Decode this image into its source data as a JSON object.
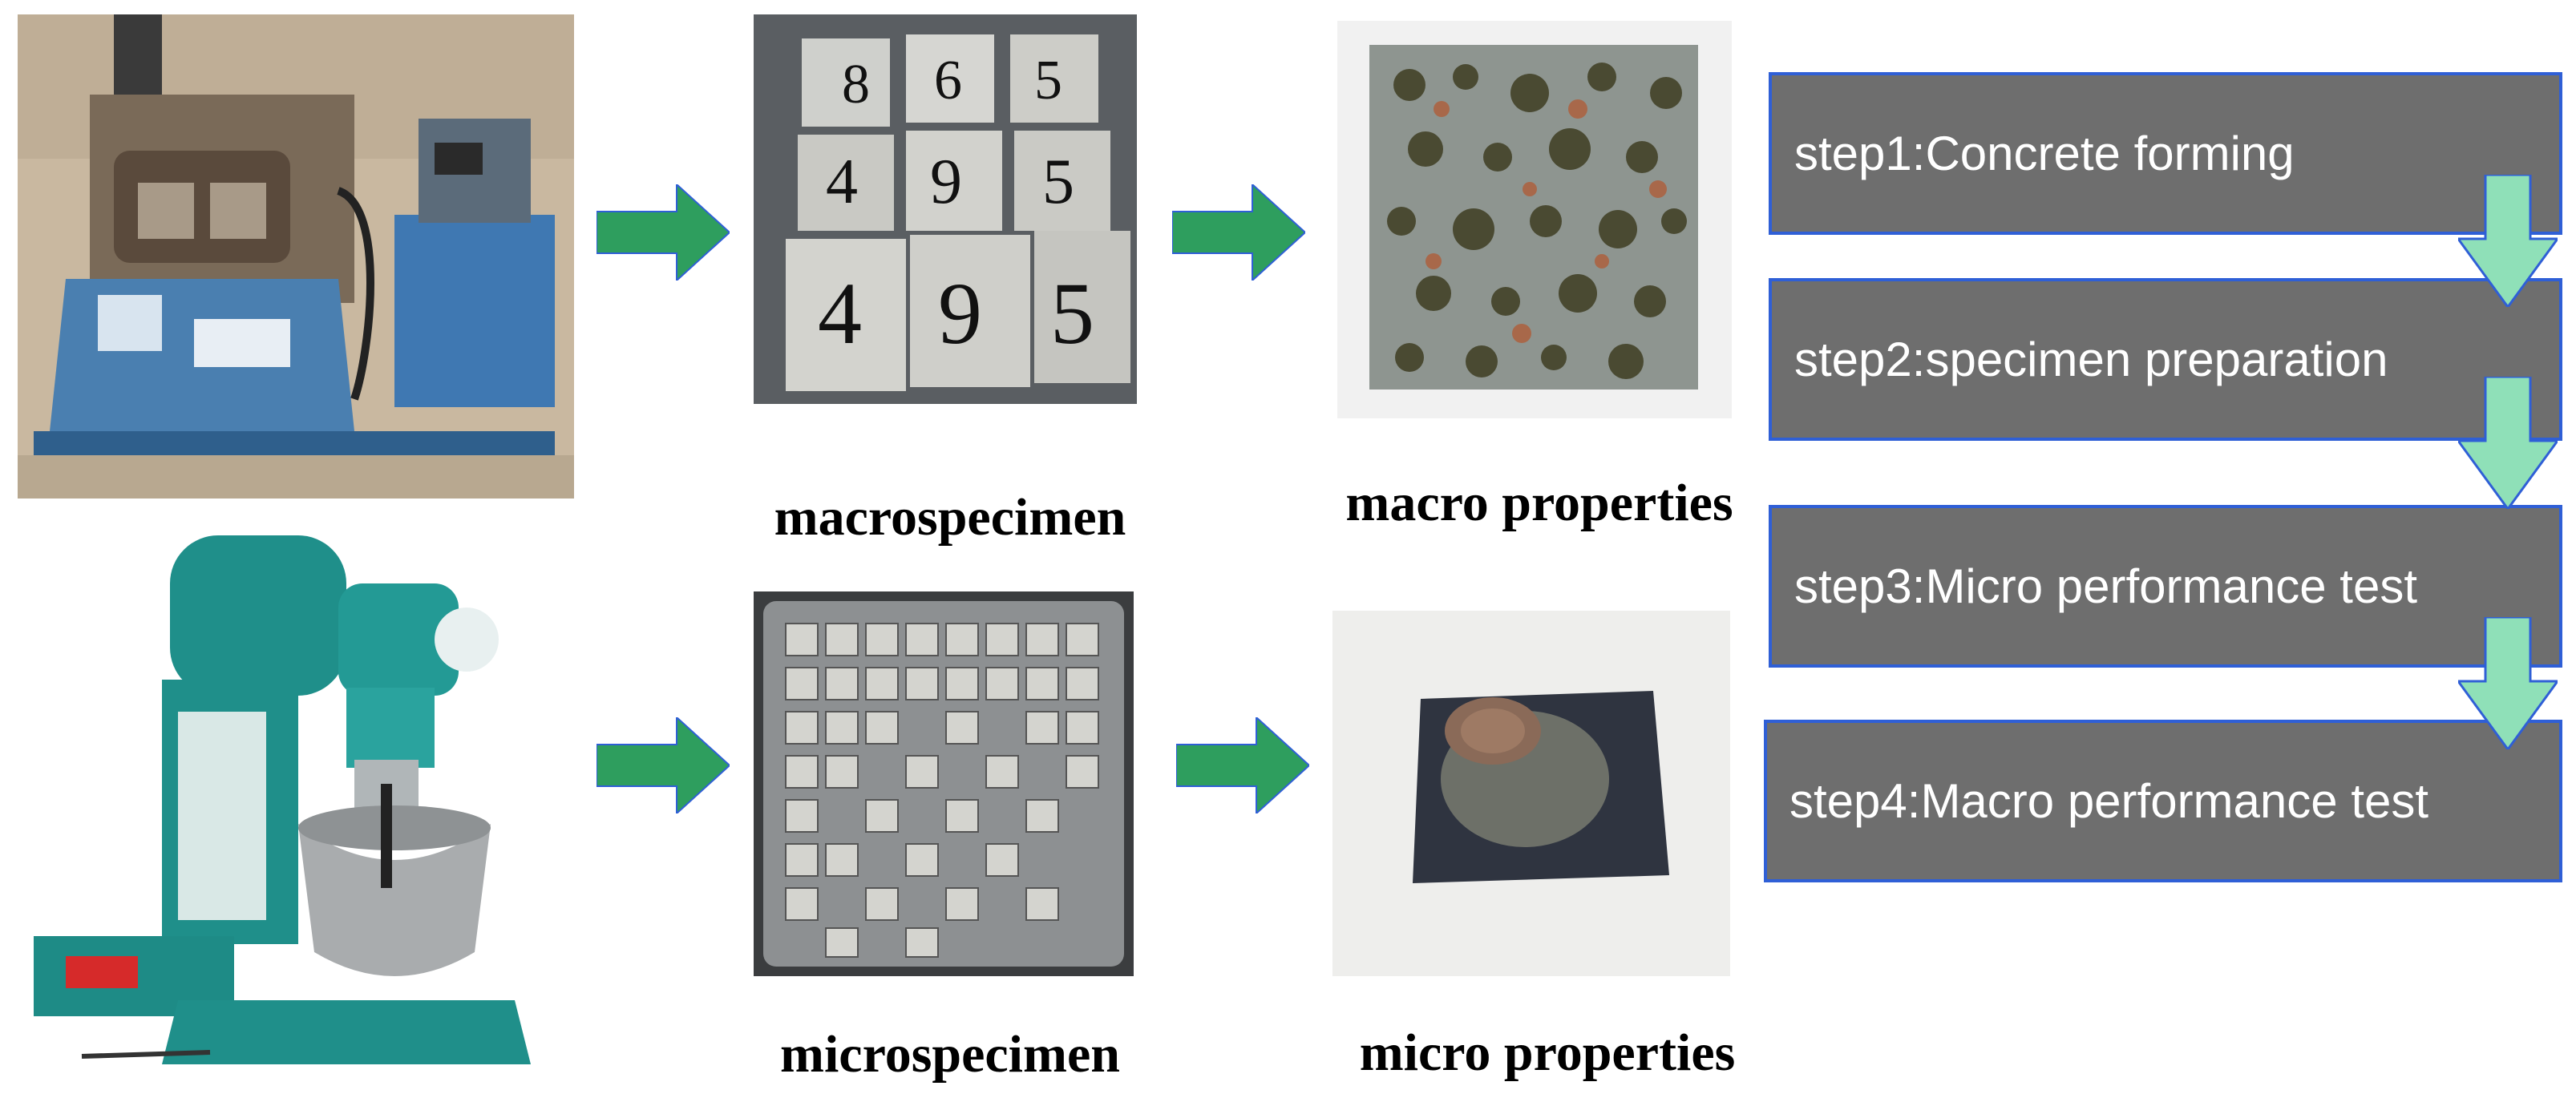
{
  "captions": {
    "macrospecimen": "macrospecimen",
    "macro_properties": "macro properties",
    "microspecimen": "microspecimen",
    "micro_properties": "micro properties"
  },
  "steps": [
    {
      "label": "step1:Concrete forming"
    },
    {
      "label": "step2:specimen preparation"
    },
    {
      "label": "step3:Micro performance test"
    },
    {
      "label": "step4:Macro performance test"
    }
  ],
  "colors": {
    "step_fill": "#6e6e6e",
    "step_border": "#2f5fd6",
    "right_arrow": "#2e9e5e",
    "down_arrow": "#8fe0b8"
  }
}
